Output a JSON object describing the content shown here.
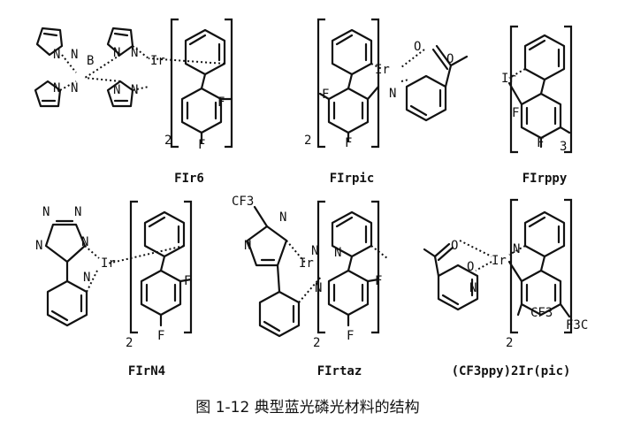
{
  "caption": "图 1-12 典型蓝光磷光材料的结构",
  "atoms": {
    "ir": "Ir",
    "n": "N",
    "b": "B",
    "o": "O",
    "f": "F",
    "cf3": "CF3",
    "f3c": "F3C",
    "sub2": "2",
    "sub3": "3"
  },
  "compounds": [
    {
      "id": "firpic",
      "label": "FIrpic"
    },
    {
      "id": "fir6",
      "label": "FIr6"
    },
    {
      "id": "firppy",
      "label": "FIrppy"
    },
    {
      "id": "firn4",
      "label": "FIrN4"
    },
    {
      "id": "firtaz",
      "label": "FIrtaz"
    },
    {
      "id": "cf3ppy",
      "label": "(CF3ppy)2Ir(pic)"
    }
  ]
}
